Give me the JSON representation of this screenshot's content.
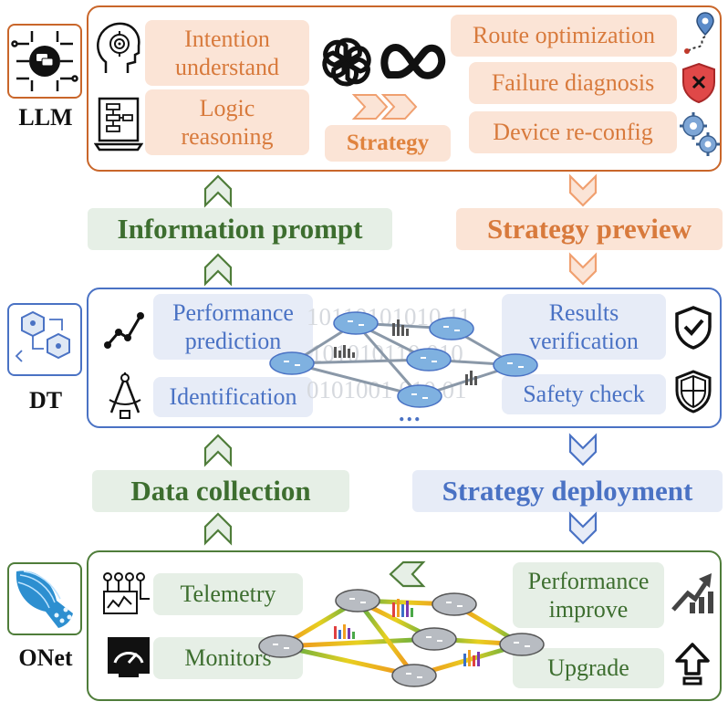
{
  "llm": {
    "label": "LLM",
    "intention": "Intention understand",
    "logic": "Logic reasoning",
    "strategy": "Strategy",
    "route": "Route optimization",
    "failure": "Failure diagnosis",
    "device": "Device re-config"
  },
  "middle_top": {
    "information_prompt": "Information prompt",
    "strategy_preview": "Strategy preview"
  },
  "dt": {
    "label": "DT",
    "performance_prediction": "Performance prediction",
    "identification": "Identification",
    "results_verification": "Results verification",
    "safety_check": "Safety check",
    "binary_1": "10110101010 11",
    "binary_2": "101010110 010",
    "binary_3": "0101001 010 01",
    "ellipsis": "..."
  },
  "middle_bottom": {
    "data_collection": "Data collection",
    "strategy_deployment": "Strategy deployment"
  },
  "onet": {
    "label": "ONet",
    "telemetry": "Telemetry",
    "monitors": "Monitors",
    "performance_improve": "Performance improve",
    "upgrade": "Upgrade"
  },
  "colors": {
    "orange": "#c9662a",
    "blue": "#4a72c4",
    "green": "#4f7d3a"
  }
}
